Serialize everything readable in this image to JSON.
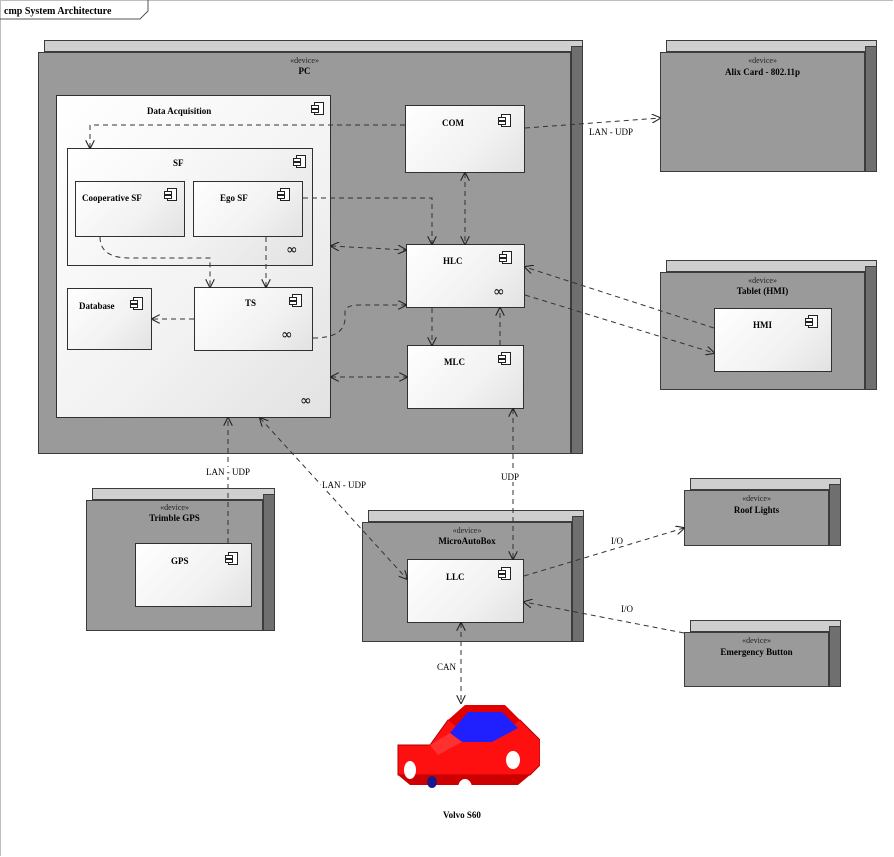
{
  "frame": {
    "title": "cmp System Architecture"
  },
  "nodes": {
    "pc": {
      "stereotype": "«device»",
      "name": "PC"
    },
    "alix": {
      "stereotype": "«device»",
      "name": "Alix Card - 802.11p"
    },
    "tablet": {
      "stereotype": "«device»",
      "name": "Tablet (HMI)"
    },
    "gps_dev": {
      "stereotype": "«device»",
      "name": "Trimble GPS"
    },
    "microautobox": {
      "stereotype": "«device»",
      "name": "MicroAutoBox"
    },
    "roof_lights": {
      "stereotype": "«device»",
      "name": "Roof Lights"
    },
    "emergency": {
      "stereotype": "«device»",
      "name": "Emergency Button"
    }
  },
  "components": {
    "data_acquisition": "Data Acquisition",
    "sf": "SF",
    "coop_sf": "Cooperative SF",
    "ego_sf": "Ego SF",
    "database": "Database",
    "ts": "TS",
    "com": "COM",
    "hlc": "HLC",
    "mlc": "MLC",
    "hmi": "HMI",
    "gps": "GPS",
    "llc": "LLC"
  },
  "connections": {
    "lan_udp_alix": "LAN - UDP",
    "lan_udp_gps": "LAN - UDP",
    "lan_udp_mab": "LAN - UDP",
    "udp": "UDP",
    "io_roof": "I/O",
    "io_emergency": "I/O",
    "can": "CAN"
  },
  "vehicle": {
    "label": "Volvo S60"
  },
  "colors": {
    "node_face": "#9a9a9a",
    "node_top": "#cfcfcf",
    "node_side": "#6f6f6f",
    "car_body": "#ff1010",
    "car_roof": "#2020ff"
  }
}
